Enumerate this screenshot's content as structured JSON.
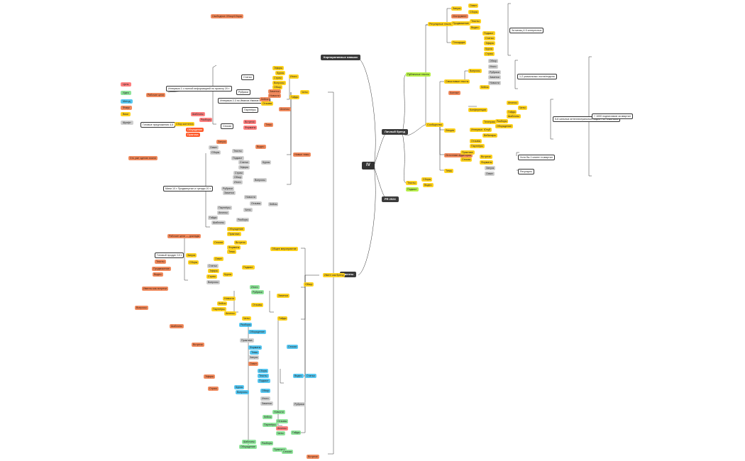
{
  "colors": {
    "yellow": "#ffd21f",
    "orange": "#f08a5d",
    "red": "#ff7f7f",
    "green": "#8fe39a",
    "blue": "#56c6f0",
    "gray": "#cfcfcf",
    "lime": "#b8f04a",
    "dark": "#3a3a3a",
    "line": "#333333"
  },
  "center": {
    "label": "IV"
  },
  "branches": {
    "corporate": "Корпоративные навыки",
    "personal": "Личный бренд",
    "pr": "PR 2024",
    "events": "Ивенты"
  },
  "legend": [
    "Цель",
    "Идея",
    "Метод",
    "Фокус",
    "Вики",
    "Шрифт"
  ],
  "top_note": "Свободное Обзор/Сборы",
  "right": {
    "a1": "Публичные тексты",
    "a2": "Регулярные тексты",
    "a3": "Инструмент",
    "a4": "Продвижение",
    "a5": "Площадка",
    "a6": "Сообщество",
    "a7": "Контакт",
    "a8": "Лекция",
    "a9": "Интервью",
    "a10": "Телеграм",
    "a11": "Ютуб",
    "a12": "Вебинары",
    "a13": "Источники аудитории",
    "a14": "Смысловые тексты",
    "a15": "Конференции",
    "note1": "За месяц 4-5 интересных",
    "note2": "1-2 уникальных поста/неделю",
    "note3": "5-6 сильных интеллектуальных людей / 40 тематиков",
    "note4": "+ 1000 подписчиков за квартал",
    "note5": "Хотя бы 1 клиент в квартал",
    "note6": "Регулярно"
  },
  "left": {
    "l1": "Рабочие цели",
    "l2": "Интервью 1 с полной информацией по проекту 20 т",
    "l3": "Интервью 2-3 по Иванов Иванов Иванов",
    "l4": "Готовые предложения 4-5",
    "l5": "Что уже сделал взяли",
    "l6": "Мини 10 т Продвинутые и тренды 20 т",
    "l7": "Рабочие цели — доклады",
    "l8": "Готовый продукт 10 т",
    "l9": "Сбор контента",
    "l10": "Новые темы",
    "l11": "Продвижение",
    "l12": "Ивенты как встречи",
    "l13": "Вопросы",
    "l14": "Общее мероприятие",
    "l15": "Ивент как бренд"
  },
  "items": [
    "Запуск",
    "Охват",
    "Сборы",
    "Тексты",
    "Видео",
    "Подкаст",
    "Статьи",
    "Эфиры",
    "Курсы",
    "Стрим",
    "Вопросы",
    "Обзор",
    "Итоги",
    "Рубрики",
    "Заметки",
    "Новости",
    "Кейсы",
    "Отзывы",
    "Партнёры",
    "Анонсы",
    "Чаты",
    "Гайды",
    "Шаблоны",
    "Разборы",
    "Обсуждение",
    "Практика",
    "Сессии",
    "Встречи",
    "Форматы",
    "Темы"
  ]
}
